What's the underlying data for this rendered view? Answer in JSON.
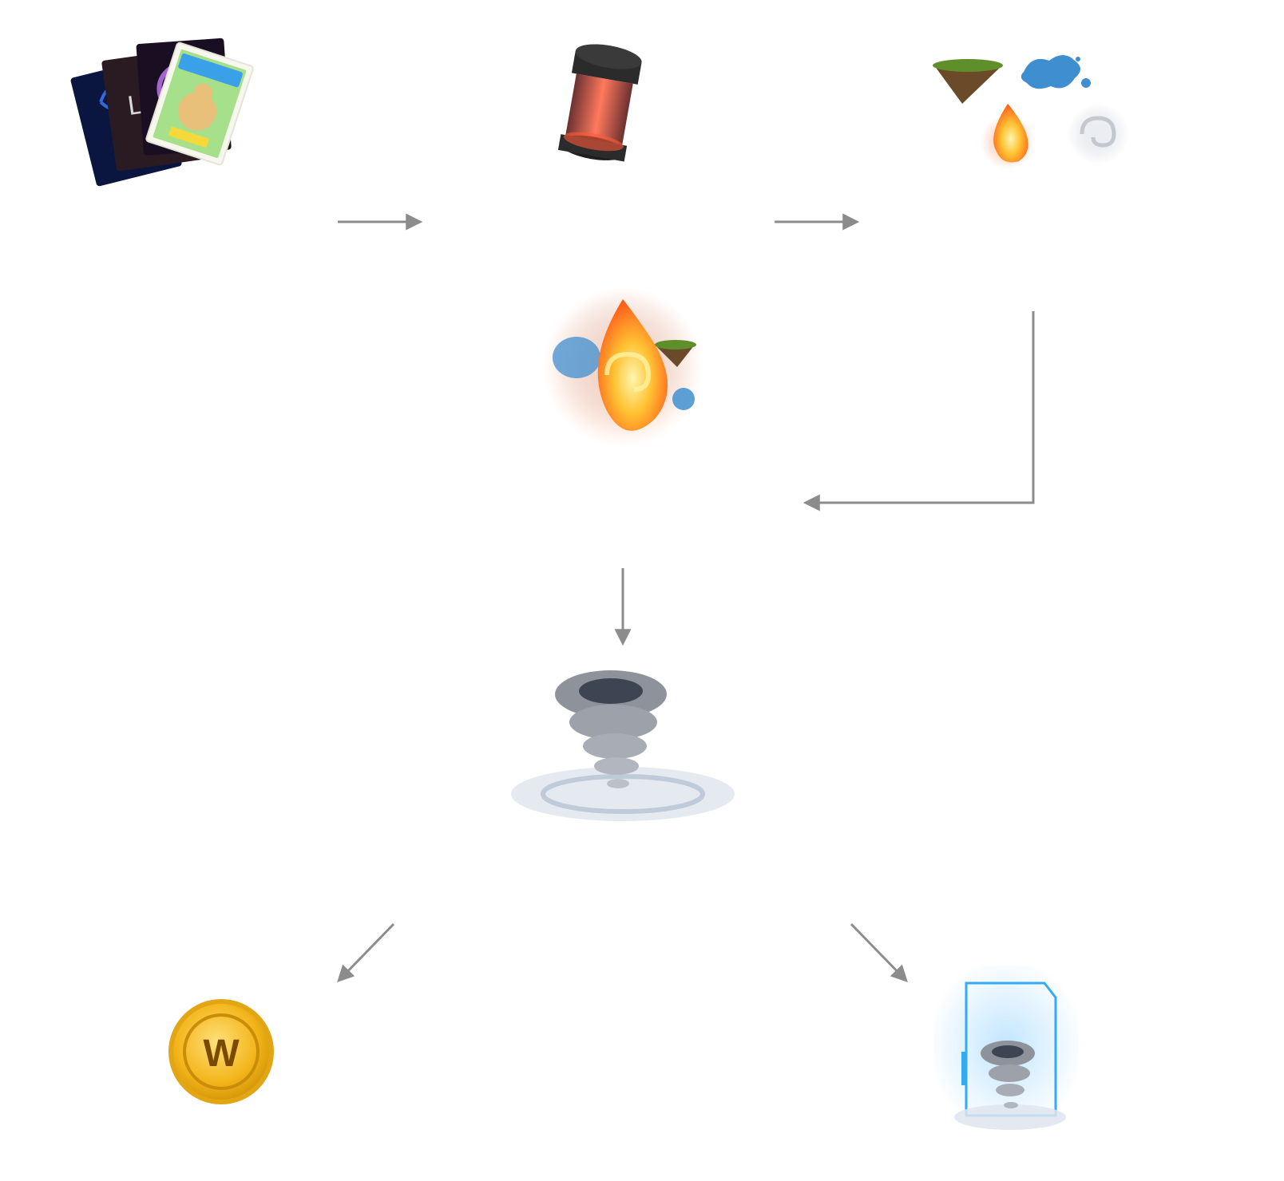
{
  "diagram": {
    "nodes": [
      {
        "id": "nft-cards",
        "icon": "trading-cards-icon",
        "label": ""
      },
      {
        "id": "capsule",
        "icon": "glass-capsule-icon",
        "label": ""
      },
      {
        "id": "elements",
        "icon": "four-elements-icon",
        "label": ""
      },
      {
        "id": "element-fusion",
        "icon": "elemental-fusion-icon",
        "label": ""
      },
      {
        "id": "tornado",
        "icon": "tornado-icon",
        "label": ""
      },
      {
        "id": "wax-token",
        "icon": "wax-coin-icon",
        "label": ""
      },
      {
        "id": "tornado-card",
        "icon": "tornado-card-icon",
        "label": ""
      }
    ],
    "edges": [
      {
        "from": "nft-cards",
        "to": "capsule"
      },
      {
        "from": "capsule",
        "to": "elements"
      },
      {
        "from": "elements",
        "to": "element-fusion"
      },
      {
        "from": "element-fusion",
        "to": "tornado"
      },
      {
        "from": "tornado",
        "to": "wax-token"
      },
      {
        "from": "tornado",
        "to": "tornado-card"
      }
    ],
    "colors": {
      "arrow": "#8c8c8c",
      "fire": "#ff8a1a",
      "water": "#3f8fd0",
      "earth": "#5f8f2a",
      "wind": "#9a9ea6",
      "wax_gold": "#f3b51b",
      "card_frame": "#35aaf0"
    },
    "tokens": {
      "wax_letter": "W"
    }
  }
}
